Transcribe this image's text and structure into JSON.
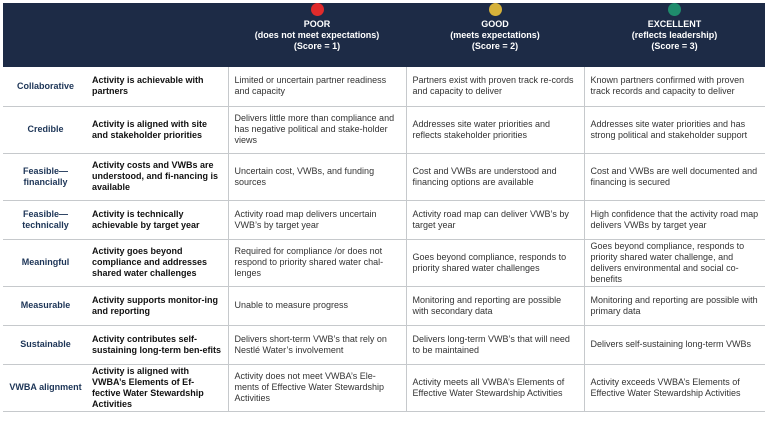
{
  "header": {
    "poor": {
      "title": "POOR",
      "sub": "(does not meet expectations)",
      "score": "(Score = 1)",
      "color": "#e02b2b"
    },
    "good": {
      "title": "GOOD",
      "sub": "(meets expectations)",
      "score": "(Score = 2)",
      "color": "#d6b23a"
    },
    "excellent": {
      "title": "EXCELLENT",
      "sub": "(reflects leadership)",
      "score": "(Score = 3)",
      "color": "#1f8c6c"
    }
  },
  "rows": [
    {
      "criterion": "Collaborative",
      "description": "Activity is achievable with partners",
      "poor": "Limited or uncertain partner readiness and capacity",
      "good": "Partners exist with proven track re-cords and capacity to deliver",
      "excellent": "Known partners confirmed with proven track records and capacity to deliver"
    },
    {
      "criterion": "Credible",
      "description": "Activity is aligned with site and stakeholder priorities",
      "poor": "Delivers little more than compliance and has negative political and stake-holder views",
      "good": "Addresses site water priorities and reflects stakeholder priorities",
      "excellent": "Addresses site water priorities and has strong political and stakeholder support"
    },
    {
      "criterion": "Feasible—financially",
      "description": "Activity costs and VWBs are understood, and fi-nancing is available",
      "poor": "Uncertain cost, VWBs, and funding sources",
      "good": "Cost and VWBs are understood and financing options are available",
      "excellent": "Cost and VWBs are well documented and financing is secured"
    },
    {
      "criterion": "Feasible—technically",
      "description": "Activity is technically achievable by target year",
      "poor": "Activity road map delivers uncertain VWB’s by target year",
      "good": "Activity road map can deliver VWB’s by target year",
      "excellent": "High confidence that the activity road map delivers VWBs by target year"
    },
    {
      "criterion": "Meaningful",
      "description": "Activity goes beyond compliance and addresses shared water challenges",
      "poor": "Required for compliance /or does not respond to priority shared water chal-lenges",
      "good": "Goes beyond compliance, responds to priority shared water challenges",
      "excellent": "Goes beyond compliance, responds to priority shared water challenge, and delivers environmental and social co-benefits"
    },
    {
      "criterion": "Measurable",
      "description": "Activity supports monitor-ing and reporting",
      "poor": "Unable to measure progress",
      "good": "Monitoring and reporting are possible with secondary data",
      "excellent": "Monitoring and reporting are possible with primary data"
    },
    {
      "criterion": "Sustainable",
      "description": "Activity contributes self-sustaining long-term ben-efits",
      "poor": "Delivers short-term VWB’s that rely on Nestlé Water’s involvement",
      "good": "Delivers long-term VWB’s that will need to be maintained",
      "excellent": "Delivers self-sustaining long-term VWBs"
    },
    {
      "criterion": "VWBA alignment",
      "description": "Activity is aligned with VWBA’s Elements of Ef-fective Water Stewardship Activities",
      "poor": "Activity does not meet VWBA’s Ele-ments of Effective Water Stewardship Activities",
      "good": "Activity meets all VWBA’s Elements of Effective Water Stewardship Activities",
      "excellent": "Activity exceeds VWBA’s Elements of Effective Water Stewardship Activities"
    }
  ]
}
